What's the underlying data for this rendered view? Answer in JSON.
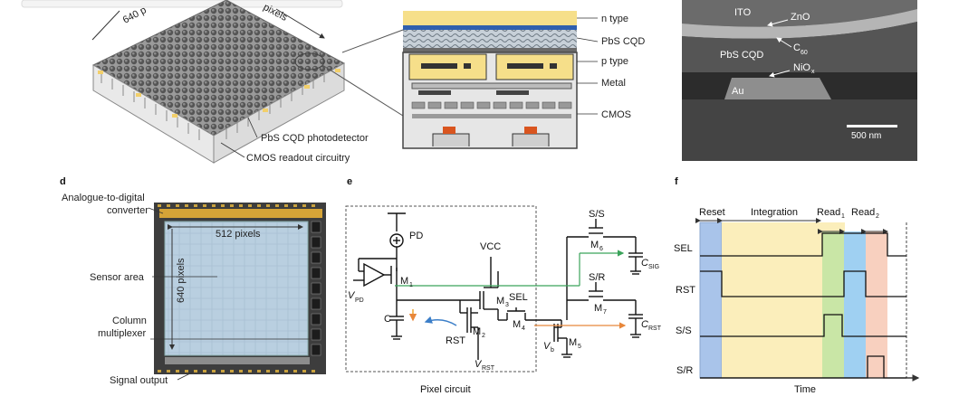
{
  "panel_a": {
    "dim_640_label": "640 p",
    "dim_pixels_label": "pixels",
    "photodetector_label": "PbS CQD photodetector",
    "cmos_label": "CMOS readout circuitry"
  },
  "panel_b": {
    "layers": [
      "n type",
      "PbS CQD",
      "p type",
      "Metal",
      "CMOS"
    ]
  },
  "panel_c": {
    "labels": {
      "ito": "ITO",
      "zno": "ZnO",
      "pbs": "PbS CQD",
      "c60": "C",
      "c60_sub": "60",
      "nio": "NiO",
      "nio_sub": "x",
      "au": "Au"
    },
    "scale_bar": "500 nm"
  },
  "panel_d": {
    "letter": "d",
    "adc_label": "Analogue-to-digital converter",
    "adc_line1": "Analogue-to-digital",
    "adc_line2": "converter",
    "pixels_512": "512 pixels",
    "pixels_640": "640 pixels",
    "sensor_area": "Sensor area",
    "column_line1": "Column",
    "column_line2": "multiplexer",
    "signal_output": "Signal output"
  },
  "panel_e": {
    "letter": "e",
    "caption": "Pixel circuit",
    "labels": {
      "pd": "PD",
      "vpd": "V",
      "vpd_sub": "PD",
      "m1": "M",
      "m1_sub": "1",
      "c": "C",
      "vcc": "VCC",
      "m3": "M",
      "m3_sub": "3",
      "sel": "SEL",
      "m4": "M",
      "m4_sub": "4",
      "m2": "M",
      "m2_sub": "2",
      "rst": "RST",
      "vrst": "V",
      "vrst_sub": "RST",
      "vb": "V",
      "vb_sub": "b",
      "m5": "M",
      "m5_sub": "5",
      "ss": "S/S",
      "m6": "M",
      "m6_sub": "6",
      "csig": "C",
      "csig_sub": "SIG",
      "sr": "S/R",
      "m7": "M",
      "m7_sub": "7",
      "crst": "C",
      "crst_sub": "RST"
    }
  },
  "panel_f": {
    "letter": "f",
    "phases": {
      "reset": "Reset",
      "integration": "Integration",
      "read1": "Read",
      "read1_sub": "1",
      "read2": "Read",
      "read2_sub": "2"
    },
    "signals": [
      "SEL",
      "RST",
      "S/S",
      "S/R"
    ],
    "x_axis": "Time",
    "colors": {
      "reset": "#a9c4ea",
      "integration": "#fbeebb",
      "read1": "#c9e6a6",
      "read1_sel": "#9fd0f2",
      "read2": "#f8d0bf"
    }
  }
}
